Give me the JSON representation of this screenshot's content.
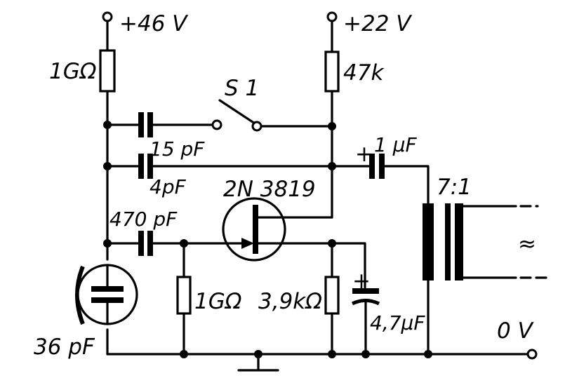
{
  "supplies": {
    "high_voltage": "+46 V",
    "low_voltage": "+22 V",
    "ground": "0 V"
  },
  "resistors": {
    "r_bias_top": "1GΩ",
    "r_drain": "47k",
    "r_gate": "1GΩ",
    "r_source": "3,9kΩ"
  },
  "capacitors": {
    "c_15": "15 pF",
    "c_4": "4pF",
    "c_470": "470 pF",
    "c_out": "1 μF",
    "c_out_plus": "+",
    "c_source": "4,7μF",
    "c_source_plus": "+",
    "c_mic": "36 pF"
  },
  "switch": {
    "label": "S 1"
  },
  "transistor": {
    "label": "2N 3819"
  },
  "transformer": {
    "ratio": "7:1"
  },
  "output": {
    "symbol": "≈"
  }
}
